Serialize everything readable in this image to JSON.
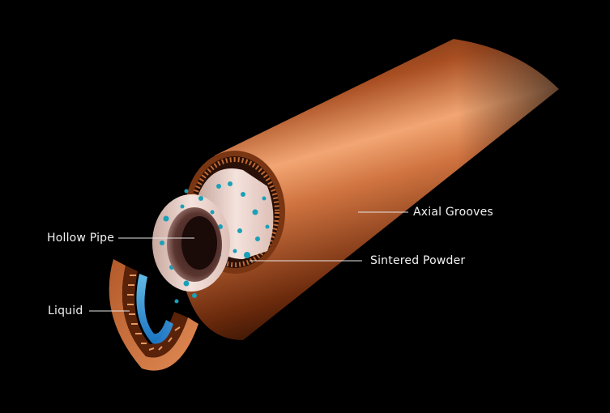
{
  "labels": {
    "axial_grooves": "Axial Grooves",
    "sintered_powder": "Sintered Powder",
    "hollow_pipe": "Hollow Pipe",
    "liquid": "Liquid"
  },
  "colors": {
    "background": "#000000",
    "copper": "#c76a35",
    "copper_highlight": "#f0a070",
    "sintered_surface": "#efd6cf",
    "powder_dot": "#1aa0b8",
    "liquid": "#3fb6ff",
    "label_text": "#f2f2f2",
    "leader_line": "#e6e6e6"
  }
}
